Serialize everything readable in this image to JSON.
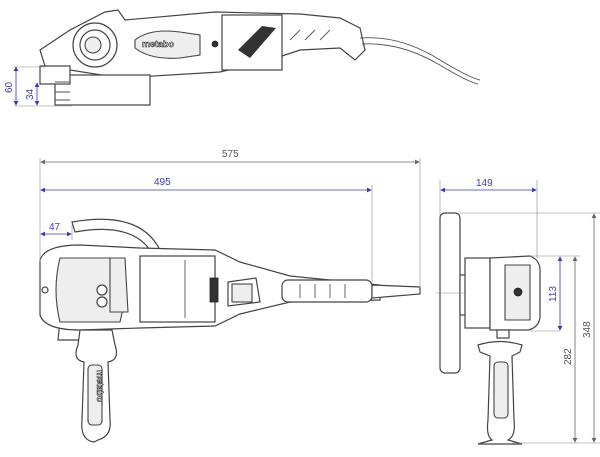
{
  "drawing": {
    "brand_logo": "metabo",
    "colors": {
      "dimension_blue": "#3c3cb0",
      "dimension_gray": "#666666",
      "outline": "#444444"
    },
    "dimensions": {
      "side_total_height": "60",
      "side_guard_height": "34",
      "overall_length": "575",
      "body_length": "495",
      "guard_offset": "47",
      "front_width": "149",
      "gear_head_height": "113",
      "handle_height": "282",
      "total_height": "348"
    }
  }
}
